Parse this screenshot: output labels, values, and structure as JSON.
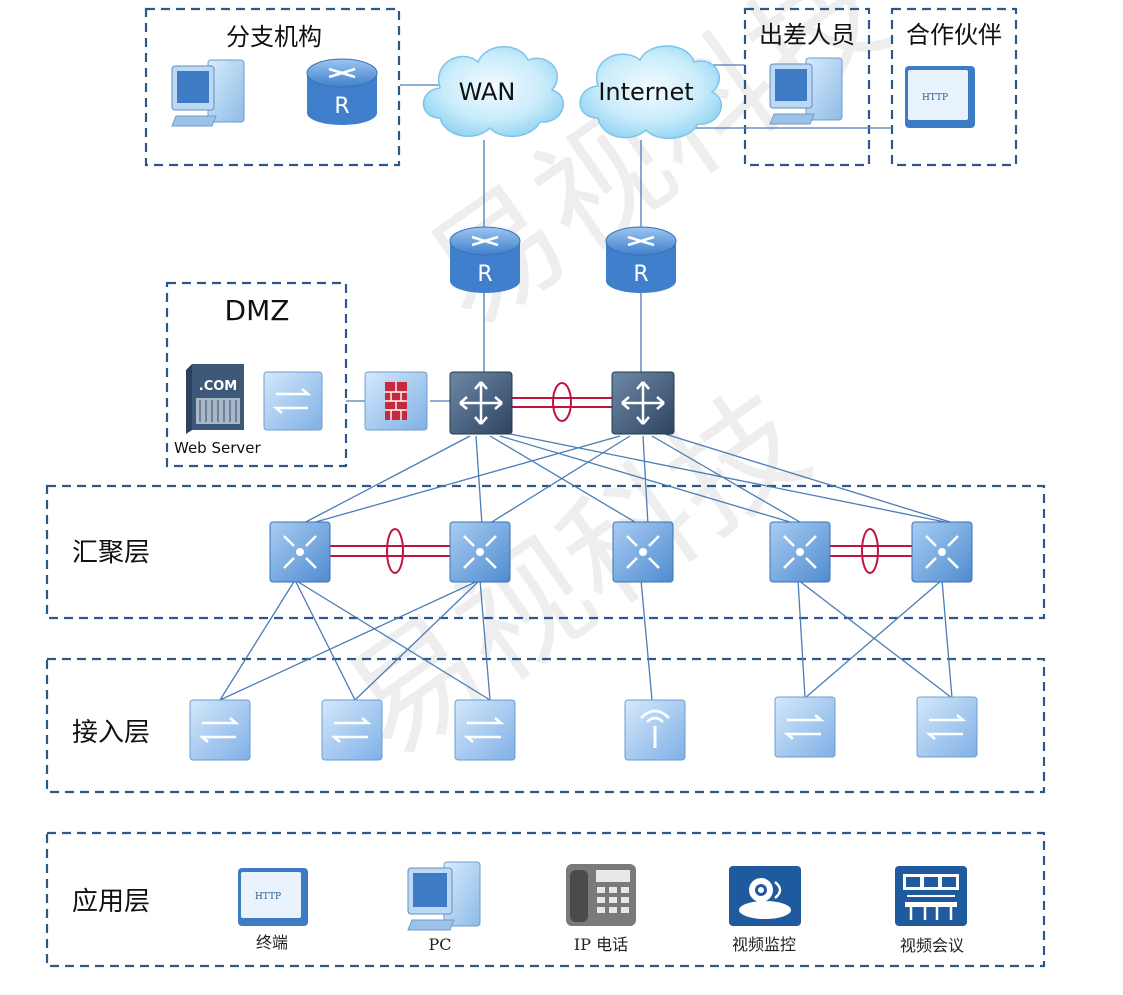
{
  "groups": {
    "branch": "分支机构",
    "travel": "出差人员",
    "partner": "合作伙伴",
    "dmz": "DMZ"
  },
  "clouds": {
    "wan": "WAN",
    "internet": "Internet"
  },
  "devices": {
    "web_server_label": "Web Server",
    "com_label": ".COM",
    "http_label": "HTTP",
    "router_letter": "R"
  },
  "layers": {
    "aggregation": "汇聚层",
    "access": "接入层",
    "application": "应用层"
  },
  "applications": [
    {
      "label": "终端",
      "icon": "http-terminal-icon"
    },
    {
      "label": "PC",
      "icon": "pc-icon"
    },
    {
      "label": "IP 电话",
      "icon": "ip-phone-icon"
    },
    {
      "label": "视频监控",
      "icon": "video-surveillance-icon"
    },
    {
      "label": "视频会议",
      "icon": "video-conference-icon"
    }
  ],
  "watermark": "易视科技",
  "colors": {
    "box_border": "#2b5a8a",
    "link": "#4a7db7",
    "stack_link": "#c0143c",
    "device_blue": "#5b95d6",
    "core_dark": "#3d5878"
  }
}
